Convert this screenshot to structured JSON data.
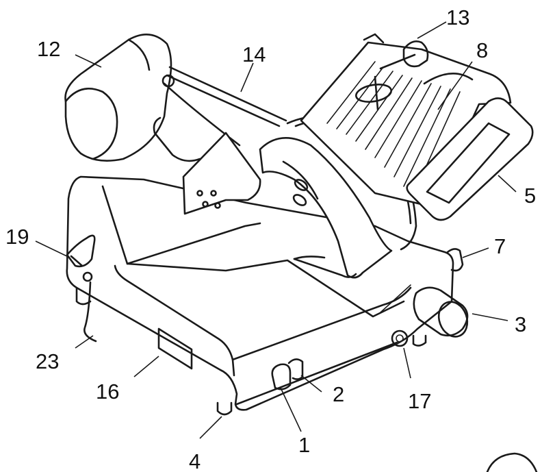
{
  "figure": {
    "labels": [
      {
        "id": "label-1",
        "text": "1"
      },
      {
        "id": "label-2",
        "text": "2"
      },
      {
        "id": "label-3",
        "text": "3"
      },
      {
        "id": "label-4",
        "text": "4"
      },
      {
        "id": "label-5",
        "text": "5"
      },
      {
        "id": "label-7",
        "text": "7"
      },
      {
        "id": "label-8",
        "text": "8"
      },
      {
        "id": "label-12",
        "text": "12"
      },
      {
        "id": "label-13",
        "text": "13"
      },
      {
        "id": "label-14",
        "text": "14"
      },
      {
        "id": "label-16",
        "text": "16"
      },
      {
        "id": "label-17",
        "text": "17"
      },
      {
        "id": "label-19",
        "text": "19"
      },
      {
        "id": "label-23",
        "text": "23"
      }
    ],
    "colors": {
      "ink": "#1a1a1a",
      "paper": "#ffffff"
    }
  }
}
